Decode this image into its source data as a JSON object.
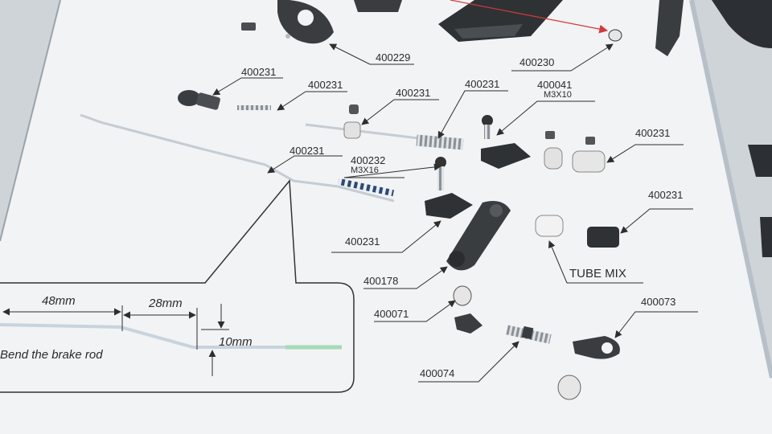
{
  "parts": {
    "p400229": "400229",
    "p400230": "400230",
    "p400231_a": "400231",
    "p400231_b": "400231",
    "p400231_c": "400231",
    "p400231_d": "400231",
    "p400041": "400041",
    "p400041_spec": "M3X10",
    "p400231_e": "400231",
    "p400231_rod": "400231",
    "p400232": "400232",
    "p400232_spec": "M3X16",
    "p400231_f": "400231",
    "p400231_g": "400231",
    "p400178": "400178",
    "tube_mix": "TUBE MIX",
    "p400071": "400071",
    "p400073": "400073",
    "p400074": "400074"
  },
  "detail": {
    "dim_48": "48mm",
    "dim_28": "28mm",
    "dim_10": "10mm",
    "caption": "Bend the brake rod"
  },
  "colors": {
    "paper": "#f1f3f5",
    "frame": "#b7c0c8",
    "part_dark": "#3a3d40",
    "callout_line": "#2e2e2e",
    "red_arrow": "#d23a3a",
    "rod_green": "#a7d9b6"
  }
}
